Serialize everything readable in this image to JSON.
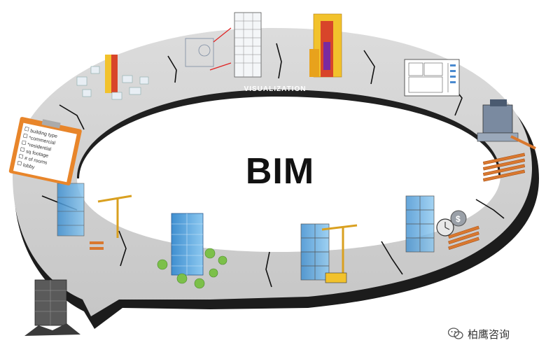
{
  "diagram": {
    "center_title": "BIM",
    "ring_label": "VISUALIZATION",
    "checklist_items": [
      "building type",
      "*commercial",
      "*residential",
      "sq footage",
      "# of rooms",
      "lobby"
    ],
    "icons": [
      "massing-model-icon",
      "building-analysis-icon",
      "energy-model-icon",
      "floor-plan-icon",
      "fabrication-machine-icon",
      "lumber-stack-icon",
      "schedule-clock-icon",
      "construction-crane-icon",
      "completed-tower-icon",
      "trees-icon",
      "demolition-rubble-icon",
      "clipboard-checklist-icon"
    ],
    "colors": {
      "ring_top": "#d2d2d2",
      "ring_side": "#1c1c1c",
      "building_blue": "#5aa8e0",
      "heat_yellow": "#f2c22c",
      "heat_red": "#d8452a",
      "lumber_orange": "#d9782f"
    }
  },
  "watermark": {
    "text": "柏鹰咨询",
    "icon": "wechat-icon"
  }
}
